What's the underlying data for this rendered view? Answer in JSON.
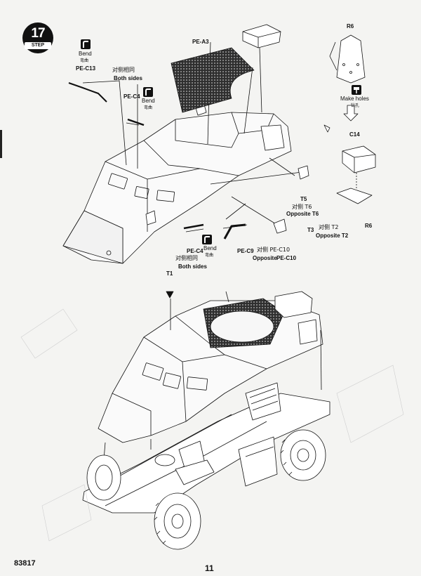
{
  "step": {
    "number": "17",
    "word": "STEP"
  },
  "upper": {
    "pe_a3": "PE-A3",
    "bend_c13": "Bend",
    "bend_c13_cn": "弯曲",
    "pe_c13": "PE-C13",
    "both_sides_top_cn": "对侧相同",
    "both_sides_top": "Both sides",
    "pe_c4_top": "PE-C4",
    "bend_c4_top": "Bend",
    "bend_c4_top_cn": "弯曲",
    "r6_top": "R6",
    "make_holes": "Make holes",
    "make_holes_cn": "钻孔",
    "c14": "C14",
    "r6_bottom": "R6",
    "t5": "T5",
    "opp_t6_cn": "对侧 T6",
    "opp_t6": "Opposite T6",
    "t3": "T3",
    "opp_t2_cn": "对侧 T2",
    "opp_t2": "Opposite T2",
    "pe_c4_bottom": "PE-C4",
    "bend_c4_bottom": "Bend",
    "bend_c4_bottom_cn": "弯曲",
    "both_sides_bottom_cn": "对侧相同",
    "both_sides_bottom": "Both sides",
    "pe_c9": "PE-C9",
    "opp_c10_cn": "对侧 PE-C10",
    "opposite_word": "Opposite",
    "opp_c10": "PE-C10"
  },
  "lower": {
    "t1": "T1"
  },
  "footer": {
    "code": "83817",
    "page": "11"
  },
  "colors": {
    "ink": "#111111",
    "paper": "#f4f4f2",
    "mesh": "#3a3a3a"
  }
}
